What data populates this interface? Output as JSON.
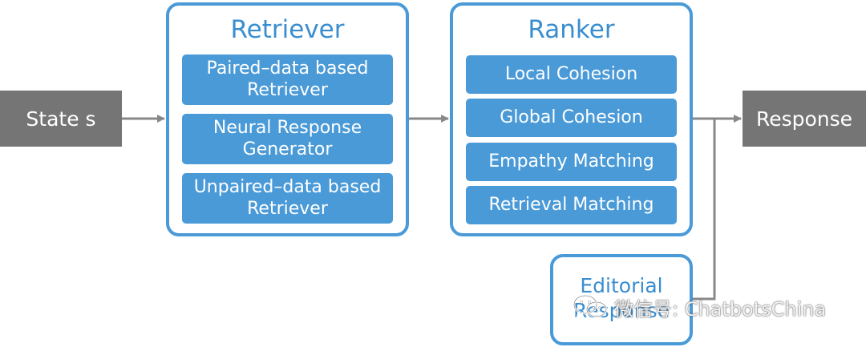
{
  "state_box": {
    "label": "State s"
  },
  "response_box": {
    "label": "Response"
  },
  "retriever": {
    "title": "Retriever",
    "items": [
      {
        "label": "Paired–data based Retriever"
      },
      {
        "label": "Neural Response Generator"
      },
      {
        "label": "Unpaired–data based Retriever"
      }
    ]
  },
  "ranker": {
    "title": "Ranker",
    "items": [
      {
        "label": "Local Cohesion"
      },
      {
        "label": "Global Cohesion"
      },
      {
        "label": "Empathy Matching"
      },
      {
        "label": "Retrieval Matching"
      }
    ]
  },
  "editorial": {
    "label": "Editorial Response"
  },
  "watermark": {
    "text": "微信号: ChatbotsChina",
    "icon": "wechat-icon"
  },
  "colors": {
    "group_border": "#4a9ad8",
    "item_fill": "#4a9ad8",
    "title_text": "#3a8ed0",
    "gray_box": "#757575",
    "arrow": "#888888"
  }
}
